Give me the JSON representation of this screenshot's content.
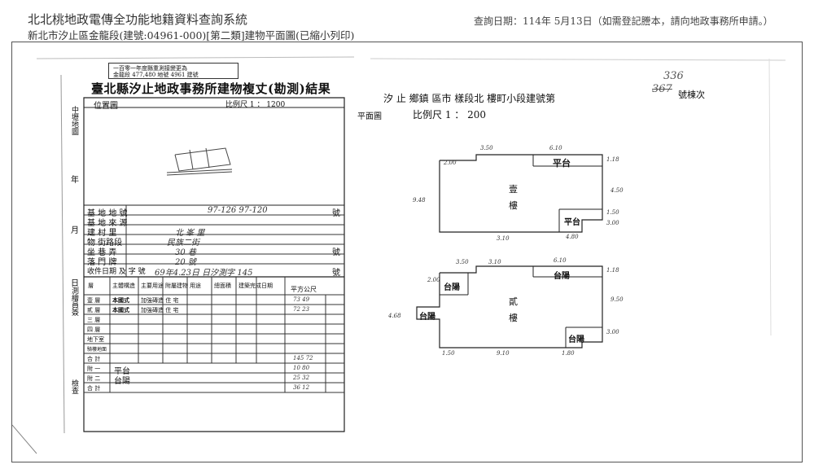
{
  "header": {
    "title": "北北桃地政電傳全功能地籍資料查詢系統",
    "query_date": "查詢日期：114年 5月13日（如需登記謄本，請向地政事務所申請。）",
    "subtitle": "新北市汐止區金龍段(建號:04961-000)[第二類]建物平面圖(已縮小列印)"
  },
  "stamp": {
    "line1": "一百零一年度縣重測接變更為",
    "line2": "金龍段 477,480 地號 4961 建號"
  },
  "left_sheet": {
    "title": "臺北縣汐止地政事務所建物複丈(勘測)結果",
    "side_labels": {
      "index": "中壢地圖",
      "year": "年",
      "month": "月",
      "day": "日",
      "measurer": "測繪員簽",
      "checker": "檢查"
    },
    "location_map_label": "位置圖",
    "scale": "比例尺 1 ： 1200",
    "rows": [
      {
        "label": "基 地 地 號",
        "value": "97-126   97-120",
        "suffix": "號"
      },
      {
        "label": "基 地 來 源",
        "value": ""
      },
      {
        "label": "建 村 里",
        "value": "北 峯 里"
      },
      {
        "label": "物 街路段",
        "value": "民族二街"
      },
      {
        "label": "坐 巷 弄",
        "value": "30 巷",
        "suffix": "號"
      },
      {
        "label": "落 門 牌",
        "value": "20 號"
      },
      {
        "label": "收件日期 及 字 號",
        "value": "69年4.23日   日汐測字 145"
      },
      {
        "label": "號",
        "value": ""
      }
    ],
    "table_headers": [
      "層",
      "主體構造",
      "主要用途",
      "附屬建物",
      "用途",
      "總面積",
      "建築完成日期",
      "平方公尺"
    ],
    "floors": [
      {
        "floor": "壹 層",
        "structure": "本國式",
        "use": "加強磚造 住 宅",
        "area": "73 49"
      },
      {
        "floor": "貳 層",
        "structure": "本國式",
        "use": "加強磚造 住 宅",
        "area": "72 23"
      },
      {
        "floor": "三 層",
        "structure": "",
        "use": "",
        "area": ""
      },
      {
        "floor": "四 層",
        "structure": "",
        "use": "",
        "area": ""
      },
      {
        "floor": "地下室",
        "structure": "",
        "use": "",
        "area": ""
      },
      {
        "floor": "騎樓地面",
        "structure": "",
        "use": "",
        "area": ""
      },
      {
        "floor": "合 計",
        "structure": "",
        "use": "",
        "area": "145 72"
      },
      {
        "floor": "附 一",
        "structure": "平台",
        "use": "",
        "area": "10 80"
      },
      {
        "floor": "附 二",
        "structure": "台陽",
        "use": "",
        "area": "25 32"
      },
      {
        "floor": "合 計",
        "structure": "",
        "use": "",
        "area": "36 12"
      }
    ]
  },
  "right_sheet": {
    "location": "汐 止 鄉鎮 區市 樣段北 樓町小段建號第",
    "build_no": "336",
    "build_no_old": "367",
    "build_suffix": "號棟次",
    "plan_label": "平面圖",
    "scale": "比例尺 1 ： 200",
    "floor1": {
      "name": "壹",
      "name2": "樓",
      "balcony_top": "平台",
      "balcony_side": "平台",
      "dims": [
        "3.50",
        "6.10",
        "1.18",
        "2.00",
        "4.50",
        "9.48",
        "3.10",
        "4.80",
        "1.50",
        "3.00"
      ]
    },
    "floor2": {
      "name": "貳",
      "name2": "樓",
      "balcony_top_left": "台陽",
      "balcony_top_right": "台陽",
      "balcony_left": "台陽",
      "balcony_bottom_right": "台陽",
      "dims": [
        "3.50",
        "3.10",
        "6.10",
        "1.18",
        "2.00",
        "9.50",
        "4.68",
        "1.50",
        "9.10",
        "1.80",
        "3.00"
      ]
    }
  }
}
